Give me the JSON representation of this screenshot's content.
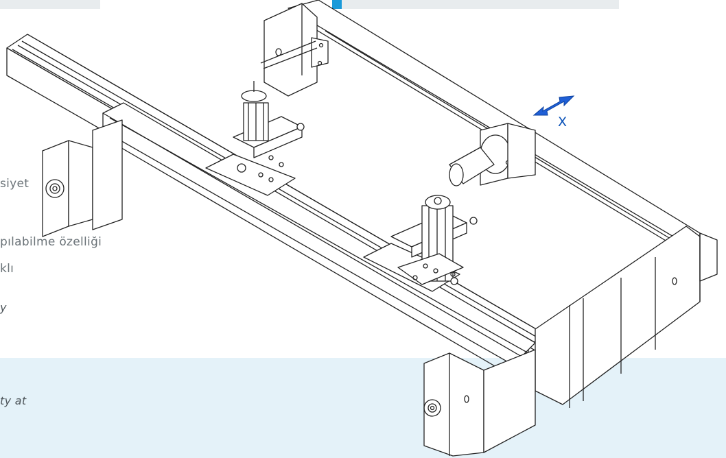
{
  "header": {
    "accent_color": "#1a9ad9",
    "bar_color": "#e8ecee"
  },
  "band": {
    "color": "#e4f2f9"
  },
  "text_fragments": {
    "line1": "siyet",
    "line2": "pılabilme özelliği",
    "line3": "klı",
    "line4": "y",
    "line5": "ty at"
  },
  "diagram": {
    "axis_label": "X",
    "axis_color": "#0a52b8",
    "arrow_icon": "double-arrow-icon"
  }
}
